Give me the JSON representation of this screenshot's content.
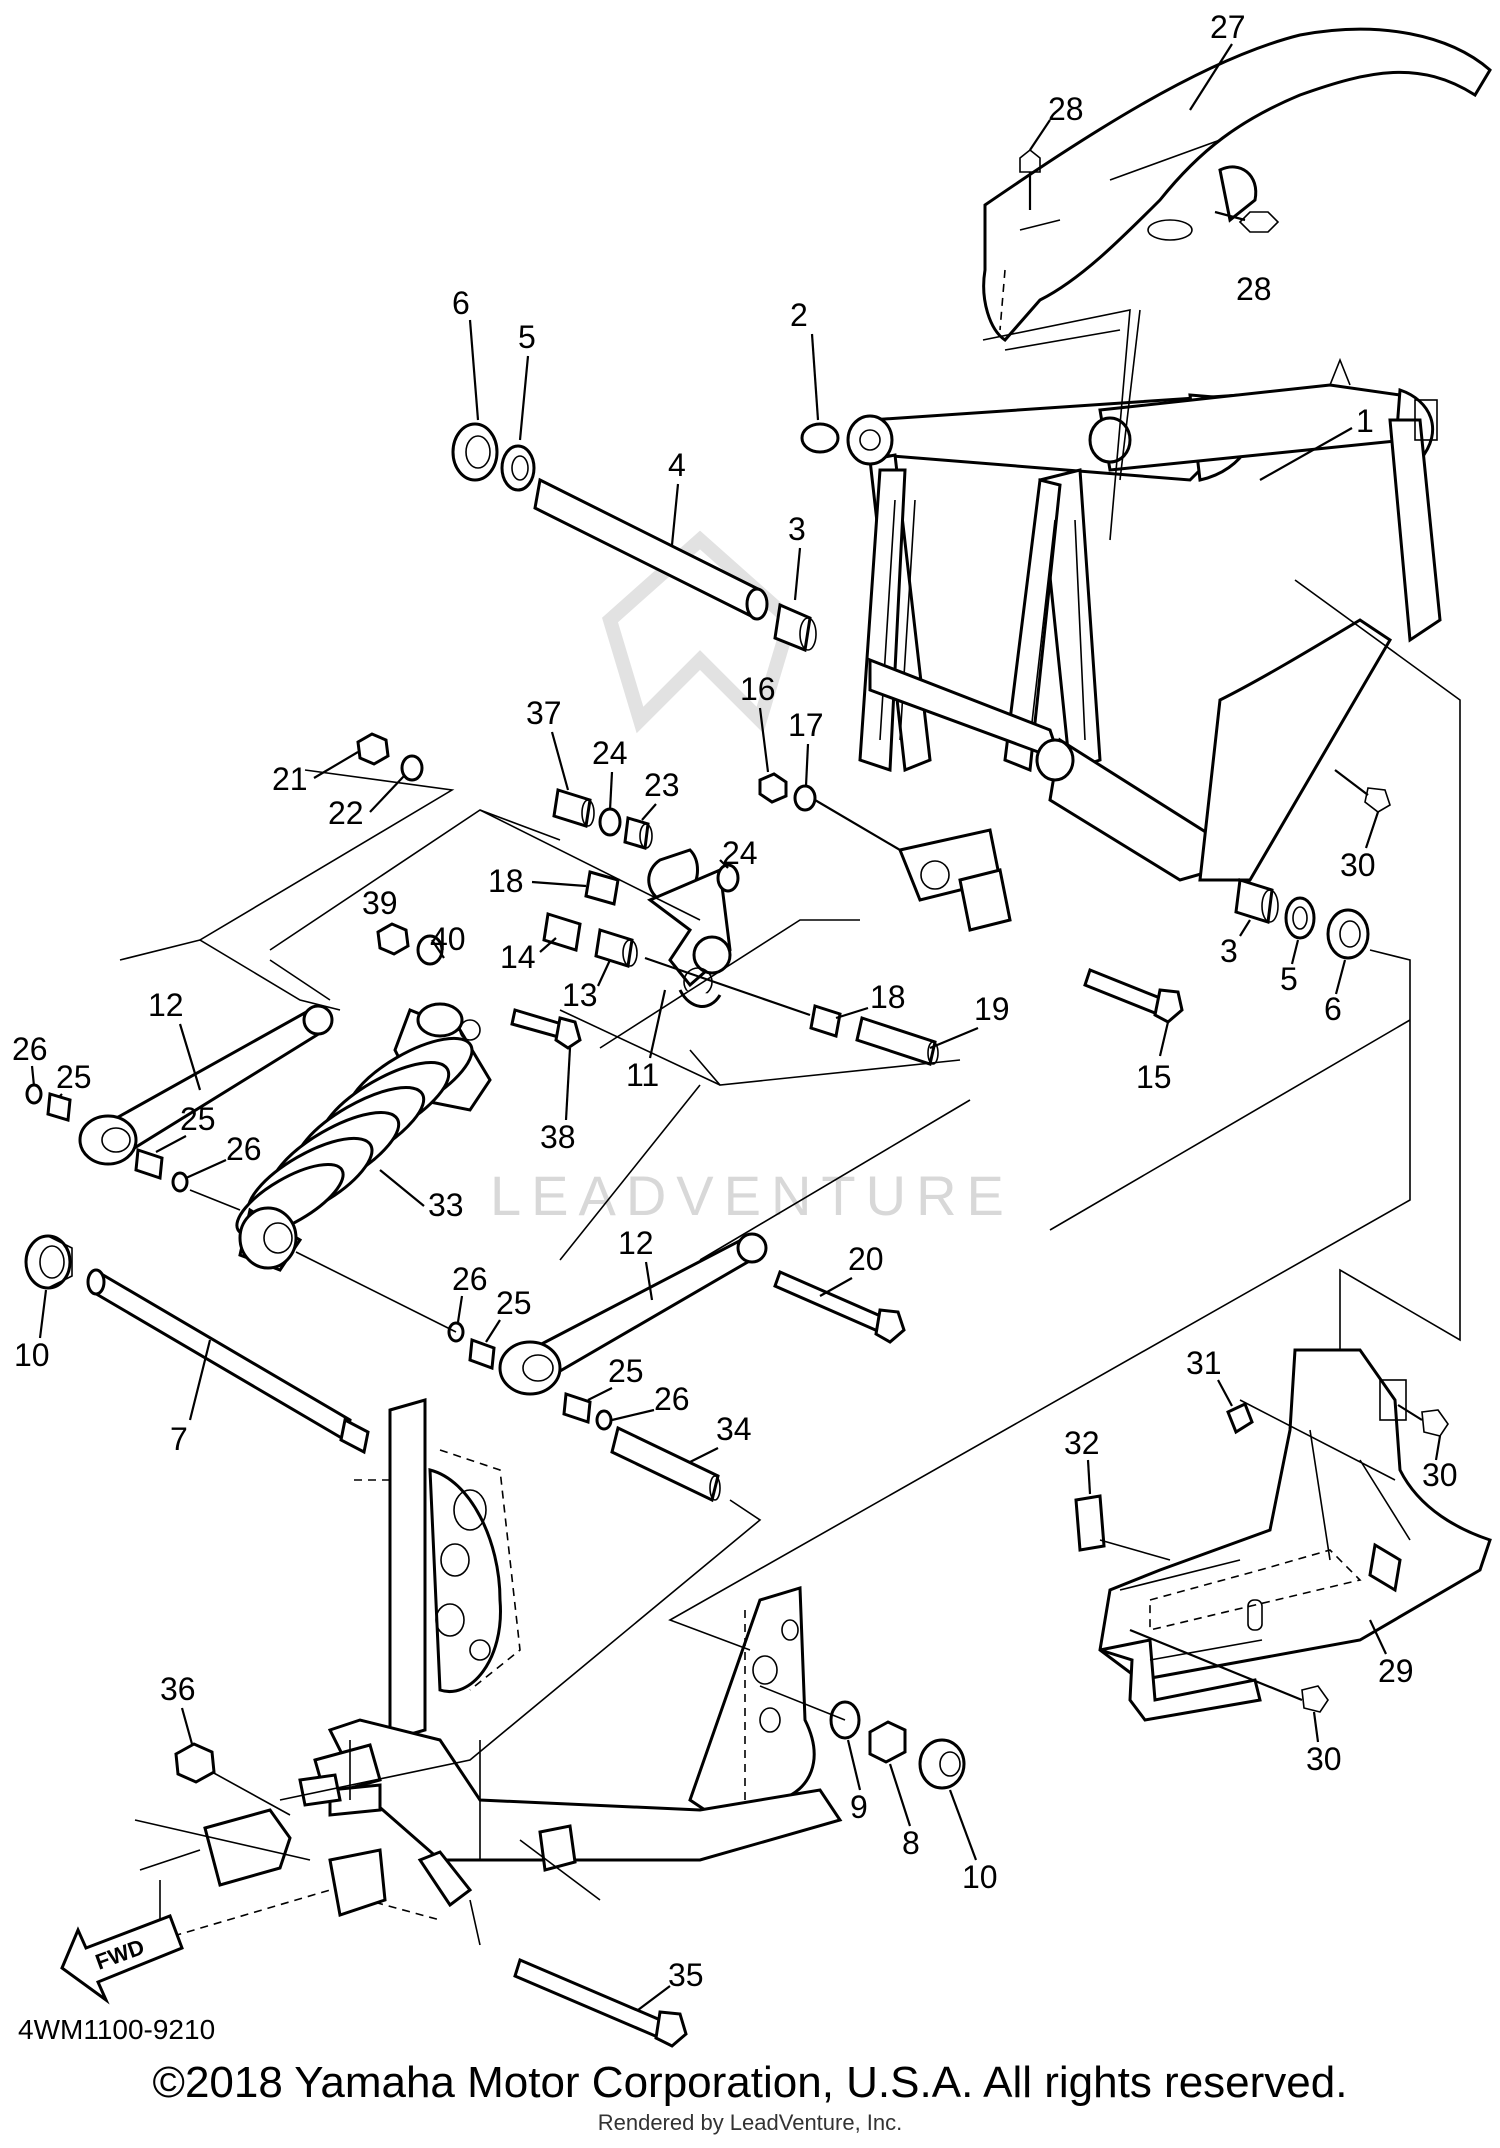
{
  "diagram": {
    "code": "4WM1100-9210",
    "copyright": "©2018 Yamaha Motor Corporation, U.S.A. All rights reserved.",
    "rendered_by": "Rendered by LeadVenture, Inc.",
    "watermark": "LEADVENTURE",
    "fwd_label": "FWD"
  },
  "callouts": [
    {
      "id": "c27",
      "text": "27"
    },
    {
      "id": "c28a",
      "text": "28"
    },
    {
      "id": "c28b",
      "text": "28"
    },
    {
      "id": "c6a",
      "text": "6"
    },
    {
      "id": "c5a",
      "text": "5"
    },
    {
      "id": "c4",
      "text": "4"
    },
    {
      "id": "c2",
      "text": "2"
    },
    {
      "id": "c1",
      "text": "1"
    },
    {
      "id": "c3a",
      "text": "3"
    },
    {
      "id": "c16",
      "text": "16"
    },
    {
      "id": "c17",
      "text": "17"
    },
    {
      "id": "c37",
      "text": "37"
    },
    {
      "id": "c24a",
      "text": "24"
    },
    {
      "id": "c23",
      "text": "23"
    },
    {
      "id": "c21",
      "text": "21"
    },
    {
      "id": "c22",
      "text": "22"
    },
    {
      "id": "c18a",
      "text": "18"
    },
    {
      "id": "c24b",
      "text": "24"
    },
    {
      "id": "c39",
      "text": "39"
    },
    {
      "id": "c40",
      "text": "40"
    },
    {
      "id": "c14",
      "text": "14"
    },
    {
      "id": "c13",
      "text": "13"
    },
    {
      "id": "c11",
      "text": "11"
    },
    {
      "id": "c18b",
      "text": "18"
    },
    {
      "id": "c19",
      "text": "19"
    },
    {
      "id": "c15",
      "text": "15"
    },
    {
      "id": "c3b",
      "text": "3"
    },
    {
      "id": "c5b",
      "text": "5"
    },
    {
      "id": "c6b",
      "text": "6"
    },
    {
      "id": "c30a",
      "text": "30"
    },
    {
      "id": "c26a",
      "text": "26"
    },
    {
      "id": "c25a",
      "text": "25"
    },
    {
      "id": "c12a",
      "text": "12"
    },
    {
      "id": "c25b",
      "text": "25"
    },
    {
      "id": "c26b",
      "text": "26"
    },
    {
      "id": "c38",
      "text": "38"
    },
    {
      "id": "c33",
      "text": "33"
    },
    {
      "id": "c10a",
      "text": "10"
    },
    {
      "id": "c7",
      "text": "7"
    },
    {
      "id": "c26c",
      "text": "26"
    },
    {
      "id": "c25c",
      "text": "25"
    },
    {
      "id": "c12b",
      "text": "12"
    },
    {
      "id": "c20",
      "text": "20"
    },
    {
      "id": "c25d",
      "text": "25"
    },
    {
      "id": "c26d",
      "text": "26"
    },
    {
      "id": "c34",
      "text": "34"
    },
    {
      "id": "c31",
      "text": "31"
    },
    {
      "id": "c30b",
      "text": "30"
    },
    {
      "id": "c32",
      "text": "32"
    },
    {
      "id": "c29",
      "text": "29"
    },
    {
      "id": "c30c",
      "text": "30"
    },
    {
      "id": "c36",
      "text": "36"
    },
    {
      "id": "c9",
      "text": "9"
    },
    {
      "id": "c8",
      "text": "8"
    },
    {
      "id": "c10b",
      "text": "10"
    },
    {
      "id": "c35",
      "text": "35"
    }
  ]
}
